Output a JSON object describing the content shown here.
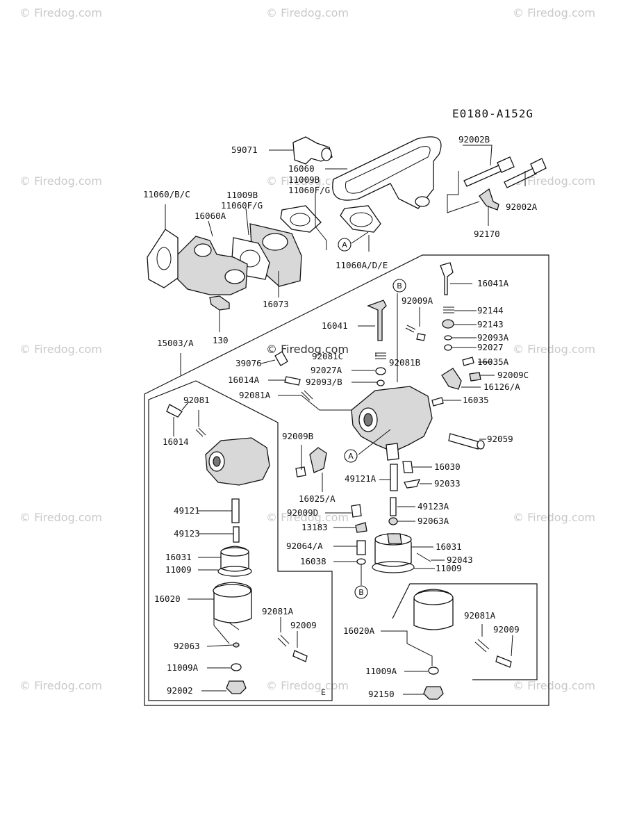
{
  "diagram_code": "E0180-A152G",
  "watermark": "© Firedog.com",
  "callouts": {
    "a": "A",
    "b": "B",
    "e": "E"
  },
  "labels": {
    "p59071": "59071",
    "p16060": "16060",
    "p11009b_top": "11009B",
    "p11060fg_top": "11060F/G",
    "p92002b": "92002B",
    "p11060bc": "11060/B/C",
    "p11009b_left": "11009B",
    "p11060fg_left": "11060F/G",
    "p16060a": "16060A",
    "p92002a": "92002A",
    "p92170": "92170",
    "p11060ade": "11060A/D/E",
    "p16073": "16073",
    "p130": "130",
    "p16041a": "16041A",
    "p92009a": "92009A",
    "p92144": "92144",
    "p16041": "16041",
    "p92143": "92143",
    "p92093a": "92093A",
    "p15003a": "15003/A",
    "p92027": "92027",
    "p39076": "39076",
    "p92081b": "92081B",
    "p16035a": "16035A",
    "p92081c": "92081C",
    "p92009c": "92009C",
    "p92027a": "92027A",
    "p16014a": "16014A",
    "p92093b": "92093/B",
    "p16126a": "16126/A",
    "p92081a_mid": "92081A",
    "p16035": "16035",
    "p92081_left": "92081",
    "p16014": "16014",
    "p92059": "92059",
    "p92009b": "92009B",
    "p16030": "16030",
    "p49121a": "49121A",
    "p92033": "92033",
    "p16025a": "16025/A",
    "p49123a": "49123A",
    "p49121_left": "49121",
    "p92009d": "92009D",
    "p92063a": "92063A",
    "p13183": "13183",
    "p49123_left": "49123",
    "p92064a": "92064/A",
    "p16031_right": "16031",
    "p92043": "92043",
    "p16031_left": "16031",
    "p16038": "16038",
    "p11009_right": "11009",
    "p11009_left": "11009",
    "p16020": "16020",
    "p92081a_left": "92081A",
    "p92009_left": "92009",
    "p16020a": "16020A",
    "p92081a_right": "92081A",
    "p92009_right": "92009",
    "p92063": "92063",
    "p11009a_left": "11009A",
    "p11009a_right": "11009A",
    "p92002": "92002",
    "p92150": "92150"
  }
}
